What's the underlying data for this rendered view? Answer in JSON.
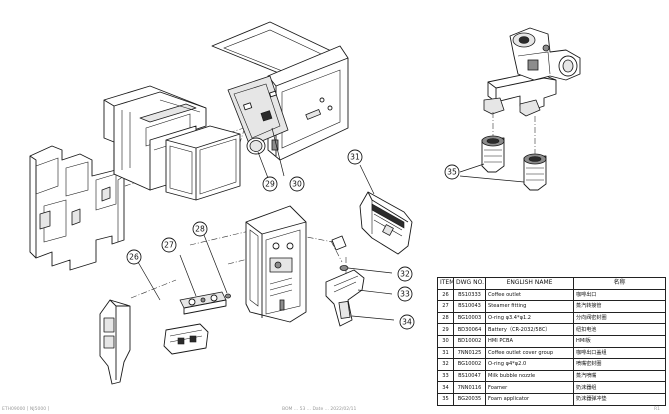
{
  "callouts": [
    "26",
    "27",
    "28",
    "29",
    "30",
    "31",
    "32",
    "33",
    "34",
    "35"
  ],
  "parts_table": {
    "headers": {
      "item": "ITEM",
      "dwg": "DWG NO.",
      "english": "ENGLISH NAME",
      "name": "名称"
    },
    "rows": [
      {
        "item": "26",
        "dwg": "BS10333",
        "english": "Coffee outlet",
        "name": "咖啡出口"
      },
      {
        "item": "27",
        "dwg": "BS10043",
        "english": "Steamer fitting",
        "name": "蒸汽转接管"
      },
      {
        "item": "28",
        "dwg": "BG10003",
        "english": "O-ring φ3.4*φ1.2",
        "name": "分向阀密封圈"
      },
      {
        "item": "29",
        "dwg": "BD30064",
        "english": "Battery（CR-2032/58C）",
        "name": "纽扣电池"
      },
      {
        "item": "30",
        "dwg": "BD10002",
        "english": "HMI PCBA",
        "name": "HMI板"
      },
      {
        "item": "31",
        "dwg": "7NN0125",
        "english": "Coffee outlet cover group",
        "name": "咖啡出口盖组"
      },
      {
        "item": "32",
        "dwg": "BG10002",
        "english": "O-ring φ4*φ2.0",
        "name": "喷嘴密封圈"
      },
      {
        "item": "33",
        "dwg": "BS10047",
        "english": "Milk bubble nozzle",
        "name": "蒸汽喷嘴"
      },
      {
        "item": "34",
        "dwg": "7NN0116",
        "english": "Foamer",
        "name": "奶沫器组"
      },
      {
        "item": "35",
        "dwg": "BG20035",
        "english": "Foam applicator",
        "name": "奶沫器弹冲垫"
      }
    ]
  },
  "footer": {
    "left": "ETH09000 [ NJ5000 ]",
    "middle": "BOM ... 53 ... Date ... 2022/02/11",
    "right": "R1"
  },
  "colors": {
    "line": "#1a1a1a",
    "shade": "#e6e6e6",
    "dark": "#2b2b2b"
  }
}
